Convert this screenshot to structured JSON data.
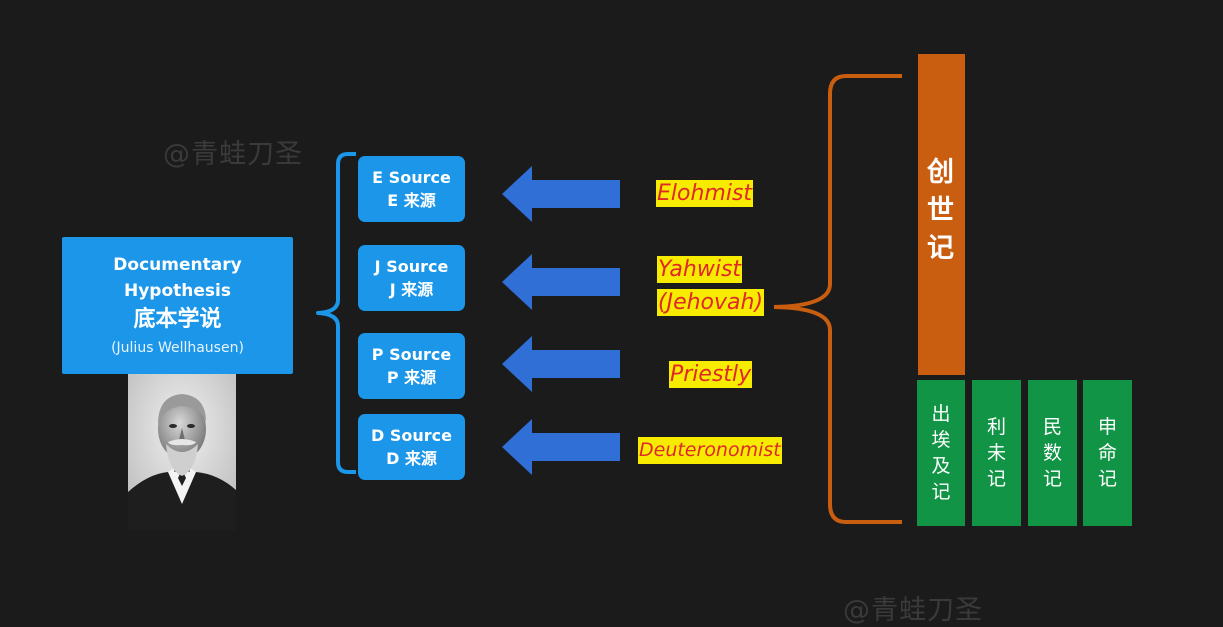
{
  "watermark": "@青蛙刀圣",
  "hypothesis": {
    "title_line1": "Documentary",
    "title_line2": "Hypothesis",
    "title_zh": "底本学说",
    "author": "(Julius Wellhausen)"
  },
  "sources": [
    {
      "line1": "E Source",
      "line2": "E 来源",
      "label": "Elohmist"
    },
    {
      "line1": "J Source",
      "line2": "J 来源",
      "label_line1": "Yahwist",
      "label_line2": "(Jehovah)"
    },
    {
      "line1": "P Source",
      "line2": "P 来源",
      "label": "Priestly"
    },
    {
      "line1": "D Source",
      "line2": "D 来源",
      "label": "Deuteronomist"
    }
  ],
  "books": {
    "genesis": [
      "创",
      "世",
      "记"
    ],
    "others": [
      [
        "出",
        "埃",
        "及",
        "记"
      ],
      [
        "利",
        "未",
        "记"
      ],
      [
        "民",
        "数",
        "记"
      ],
      [
        "申",
        "命",
        "记"
      ]
    ]
  },
  "colors": {
    "background": "#1b1b1b",
    "blue_box": "#1b96e8",
    "arrow": "#2f6fd6",
    "bracket_blue": "#1b96e8",
    "bracket_orange": "#c95d10",
    "genesis": "#c95d10",
    "books_green": "#119445",
    "label_bg": "#f7ec00",
    "label_text": "#e0282a"
  }
}
